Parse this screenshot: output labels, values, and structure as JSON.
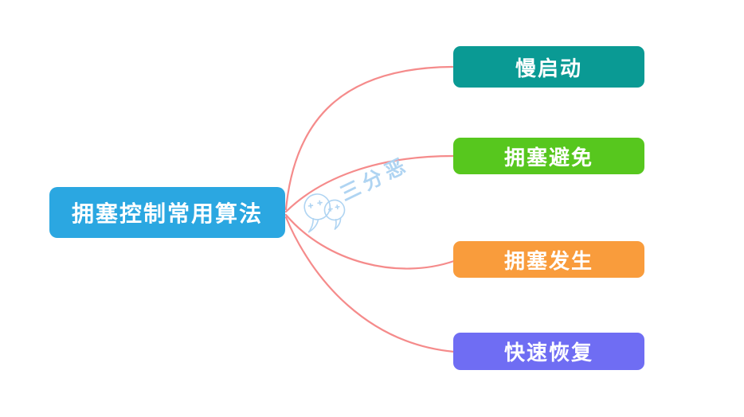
{
  "mindmap": {
    "root": {
      "label": "拥塞控制常用算法",
      "color": "#2BA7E1"
    },
    "branches": [
      {
        "id": "slow-start",
        "label": "慢启动",
        "color": "#0A9A94"
      },
      {
        "id": "congestion-avoidance",
        "label": "拥塞避免",
        "color": "#57C71E"
      },
      {
        "id": "congestion-occurs",
        "label": "拥塞发生",
        "color": "#F99C3C"
      },
      {
        "id": "fast-recovery",
        "label": "快速恢复",
        "color": "#6F6DF3"
      }
    ],
    "connector_color": "#F58B8B",
    "watermark": {
      "label": "三分恶",
      "icon": "wechat-icon",
      "color": "#AFD4F2"
    }
  }
}
